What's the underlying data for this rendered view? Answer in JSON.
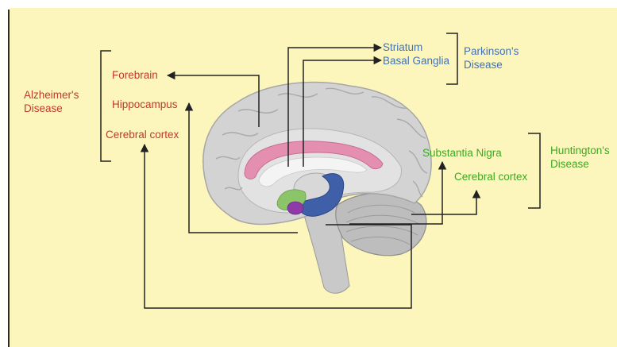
{
  "colors": {
    "background": "#fdf6bc",
    "alzheimers": "#c0392b",
    "parkinsons": "#3f72b8",
    "huntingtons": "#3aaa20",
    "arrow": "#222222"
  },
  "diseases": {
    "alzheimers": {
      "line1": "Alzheimer's",
      "line2": "Disease"
    },
    "parkinsons": {
      "line1": "Parkinson's",
      "line2": "Disease"
    },
    "huntingtons": {
      "line1": "Huntington's",
      "line2": "Disease"
    }
  },
  "regions": {
    "forebrain": "Forebrain",
    "hippocampus": "Hippocampus",
    "cerebral_cortex_left": "Cerebral cortex",
    "striatum": "Striatum",
    "basal_ganglia": "Basal Ganglia",
    "substantia_nigra": "Substantia Nigra",
    "cerebral_cortex_right": "Cerebral cortex"
  },
  "icons": [
    "brain-illustration",
    "arrow-icon",
    "bracket-icon"
  ]
}
